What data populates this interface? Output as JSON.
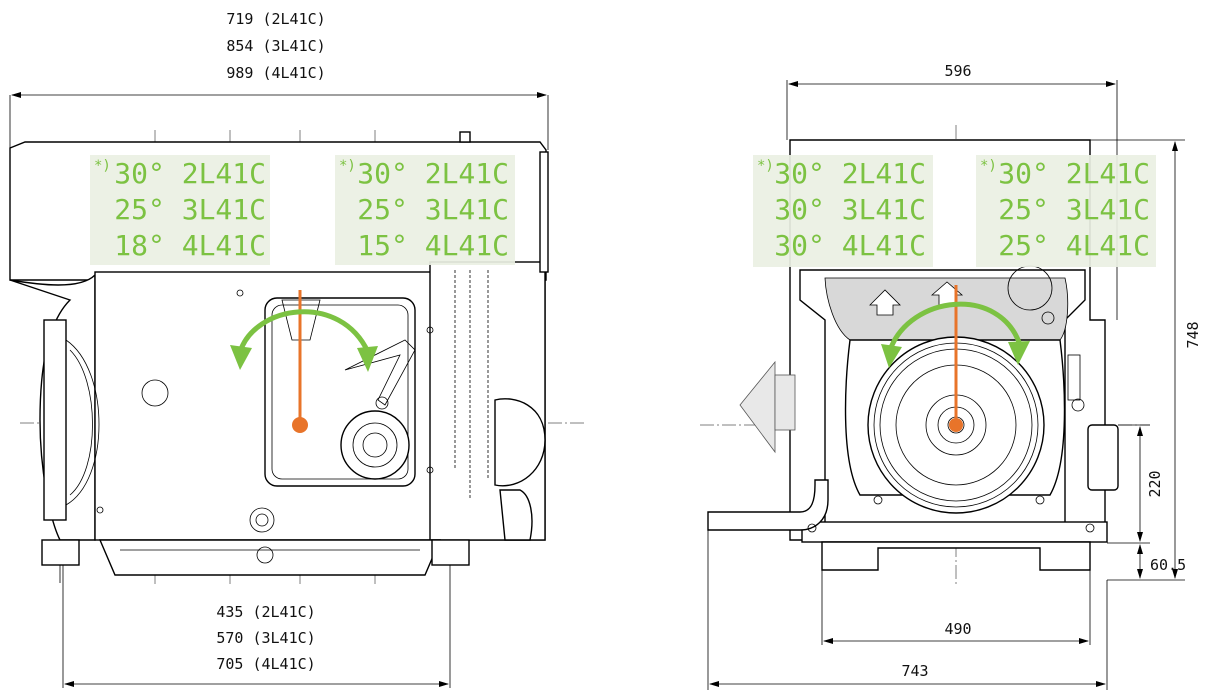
{
  "colors": {
    "accent_green": "#7cc242",
    "label_bg": "#eaf0e3",
    "orange": "#e8742a",
    "line": "#000000"
  },
  "icons": [
    "dimension-arrow-icon",
    "tilt-arrow-icon",
    "cg-marker-icon",
    "airflow-arrow-icon"
  ],
  "left_view": {
    "top_dims": [
      "719 (2L41C)",
      "854 (3L41C)",
      "989 (4L41C)"
    ],
    "bottom_dims": [
      "435 (2L41C)",
      "570 (3L41C)",
      "705 (4L41C)"
    ],
    "label_left": {
      "note": "*)",
      "lines": [
        "30° 2L41C",
        "25° 3L41C",
        "18° 4L41C"
      ]
    },
    "label_right": {
      "note": "*)",
      "lines": [
        "30° 2L41C",
        "25° 3L41C",
        "15° 4L41C"
      ]
    }
  },
  "right_view": {
    "dim_top": "596",
    "dim_height": "748",
    "dim_axis": "220",
    "dim_foot": "60.5",
    "dim_inner": "490",
    "dim_outer": "743",
    "label_left": {
      "note": "*)",
      "lines": [
        "30° 2L41C",
        "30° 3L41C",
        "30° 4L41C"
      ]
    },
    "label_right": {
      "note": "*)",
      "lines": [
        "30° 2L41C",
        "25° 3L41C",
        "25° 4L41C"
      ]
    }
  }
}
